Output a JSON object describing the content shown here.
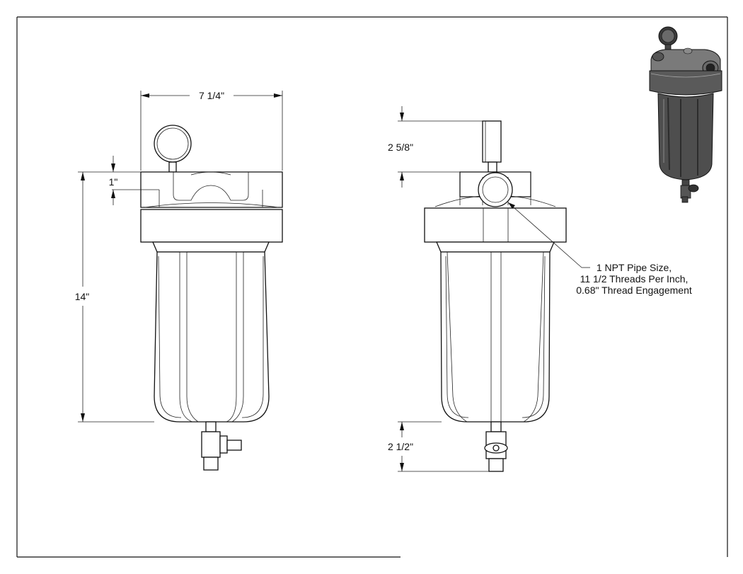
{
  "drawing": {
    "front_view": {
      "width_dimension": "7 1/4\"",
      "top_dimension": "1\"",
      "height_dimension": "14\""
    },
    "side_view": {
      "gauge_dimension": "2 5/8\"",
      "valve_dimension": "2 1/2\"",
      "callout": {
        "line1": "1 NPT Pipe Size,",
        "line2": "11 1/2 Threads Per Inch,",
        "line3": "0.68\" Thread Engagement"
      }
    },
    "iso_view": {
      "label": ""
    }
  },
  "colors": {
    "line": "#111111",
    "iso_body": "#5a5a5a",
    "iso_dark": "#2c2c2c",
    "iso_light": "#a8a8a8"
  }
}
